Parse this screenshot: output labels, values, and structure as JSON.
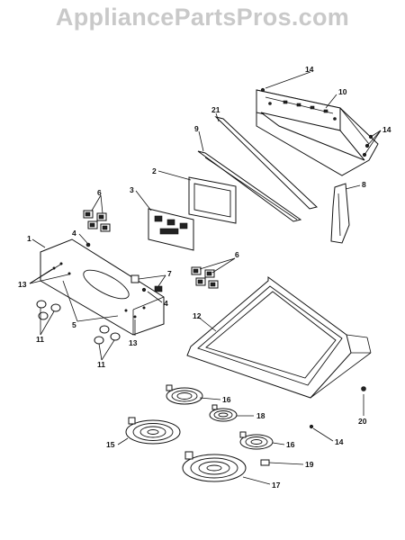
{
  "watermark": "AppliancePartsPros.com",
  "callouts": {
    "c1": "1",
    "c2": "2",
    "c3": "3",
    "c4a": "4",
    "c4b": "4",
    "c5": "5",
    "c6a": "6",
    "c6b": "6",
    "c7": "7",
    "c8": "8",
    "c9": "9",
    "c10": "10",
    "c11a": "11",
    "c11b": "11",
    "c12": "12",
    "c13a": "13",
    "c13b": "13",
    "c14a": "14",
    "c14b": "14",
    "c14c": "14",
    "c15": "15",
    "c16a": "16",
    "c16b": "16",
    "c17": "17",
    "c18": "18",
    "c19": "19",
    "c20": "20",
    "c21": "21"
  }
}
